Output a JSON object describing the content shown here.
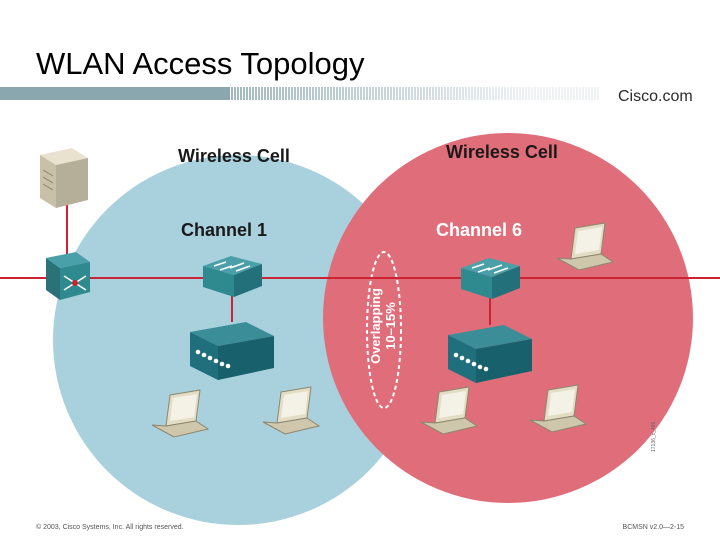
{
  "slide": {
    "title": "WLAN Access Topology",
    "brand": "Cisco.com",
    "footer_left": "© 2003, Cisco Systems, Inc. All rights reserved.",
    "footer_right": "BCMSN v2.0—2-15",
    "figure_code": "17136_c_489"
  },
  "diagram": {
    "left_cell": {
      "title": "Wireless Cell",
      "channel": "Channel 1",
      "color": "#a9d1dd"
    },
    "right_cell": {
      "title": "Wireless Cell",
      "channel": "Channel 6",
      "color": "#e06e7a"
    },
    "overlap": {
      "line1": "Overlapping",
      "line2": "10–15%"
    },
    "link_color": "#cc2233",
    "device_color": "#2f8a90",
    "ap_color": "#1f6f7c"
  }
}
